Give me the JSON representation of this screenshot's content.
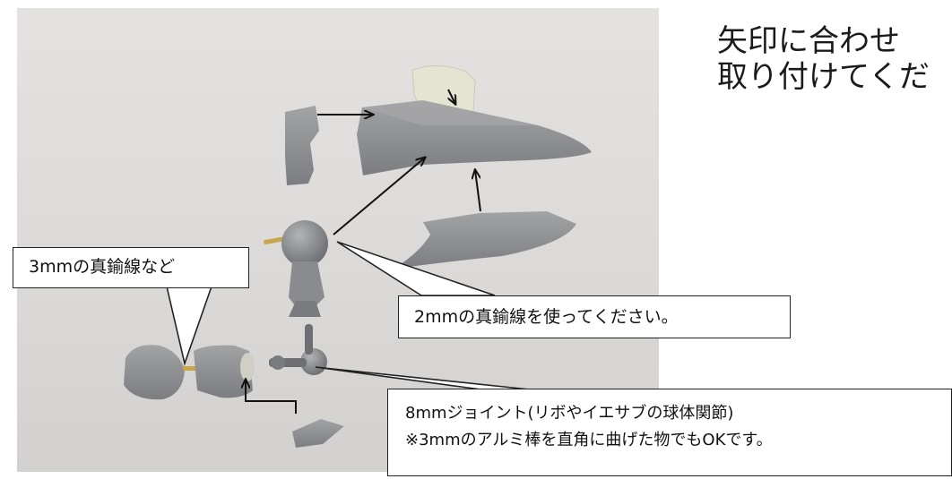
{
  "title": {
    "line1": "矢印に合わせ",
    "line2": "取り付けてくだ"
  },
  "callouts": {
    "brass_3mm": "3mmの真鍮線など",
    "brass_2mm": "2mmの真鍮線を使ってください。",
    "joint_line1": "8mmジョイント(リボやイエサブの球体関節)",
    "joint_line2": "※3mmのアルミ棒を直角に曲げた物でもOKです。"
  },
  "colors": {
    "background": "#ffffff",
    "photo_background": "#dedcda",
    "part_gray": "#8e8f91",
    "clear_part": "#e6e6d6",
    "brass": "#c9a64a",
    "arrow": "#111111"
  }
}
